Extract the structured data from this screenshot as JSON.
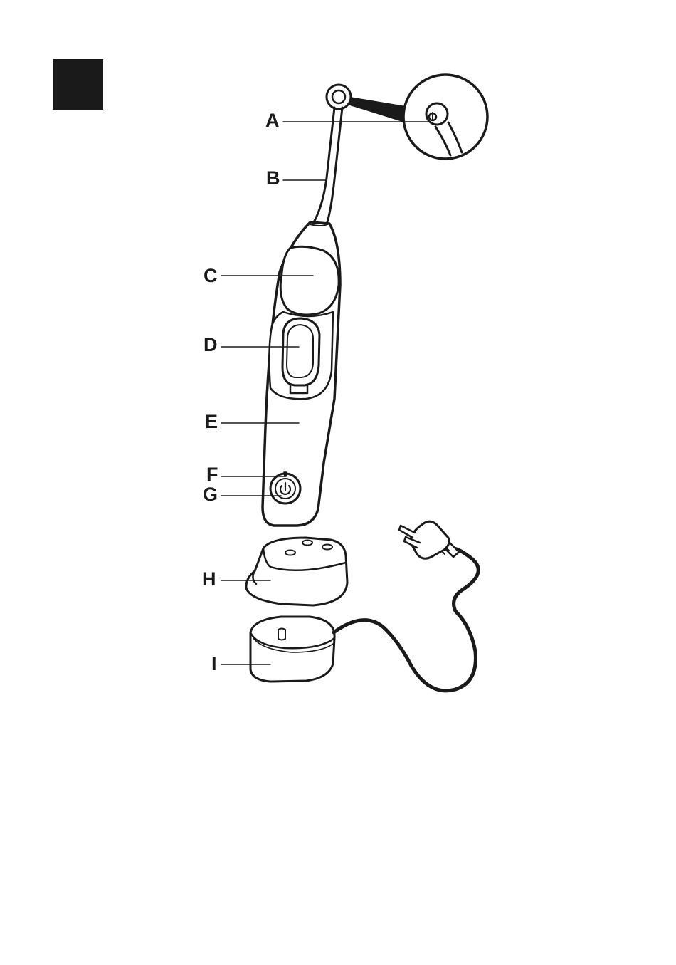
{
  "colors": {
    "ink": "#1a1a1a",
    "paper": "#ffffff",
    "corner_block": "#1a1a1a"
  },
  "callouts": {
    "a": "A",
    "b": "B",
    "c": "C",
    "d": "D",
    "e": "E",
    "f": "F",
    "g": "G",
    "h": "H",
    "i": "I"
  }
}
